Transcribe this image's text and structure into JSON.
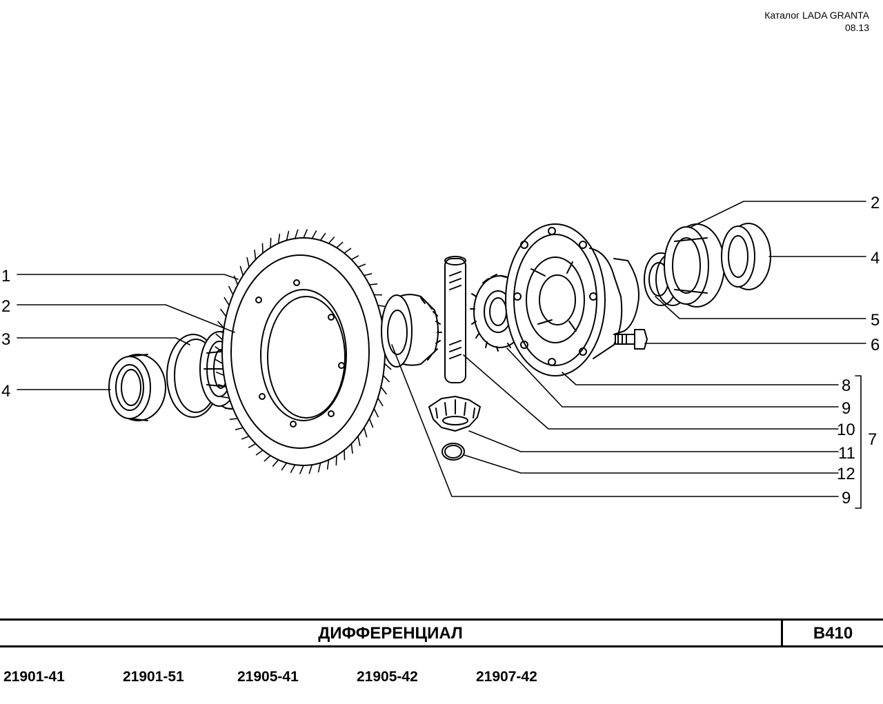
{
  "header": {
    "catalog": "Каталог  LADA  GRANTA",
    "date": "08.13"
  },
  "callouts": {
    "left": [
      "1",
      "2",
      "3",
      "4"
    ],
    "right": [
      "2",
      "4",
      "5",
      "6",
      "8",
      "9",
      "10",
      "11",
      "12",
      "9"
    ],
    "group": "7"
  },
  "footer": {
    "title": "ДИФФЕРЕНЦИАЛ",
    "code": "B410",
    "models": [
      "21901-41",
      "21901-51",
      "21905-41",
      "21905-42",
      "21907-42"
    ]
  }
}
